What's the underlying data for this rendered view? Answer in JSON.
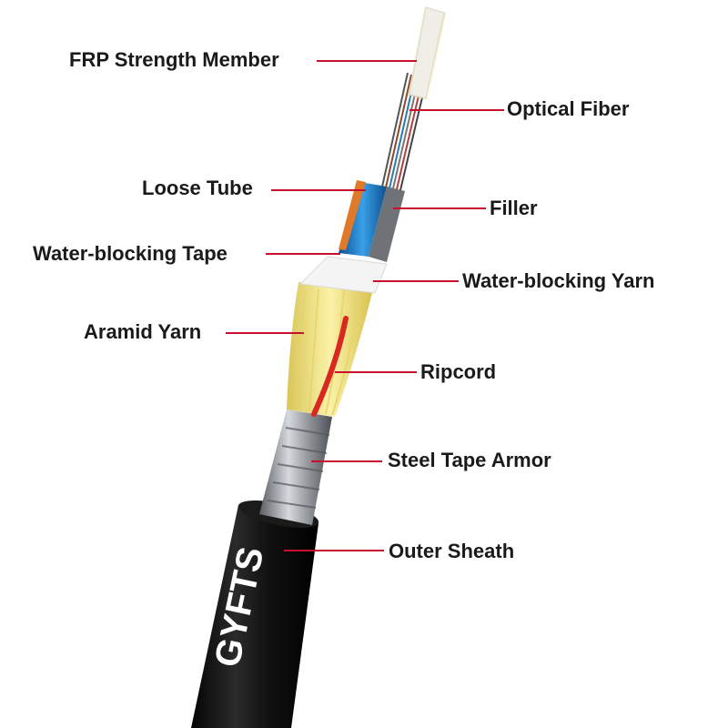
{
  "diagram": {
    "brand_text": "GYFTS",
    "labels": {
      "frp": "FRP Strength Member",
      "optical_fiber": "Optical Fiber",
      "loose_tube": "Loose Tube",
      "filler": "Filler",
      "water_tape": "Water-blocking Tape",
      "water_yarn": "Water-blocking Yarn",
      "aramid": "Aramid Yarn",
      "ripcord": "Ripcord",
      "steel_armor": "Steel Tape Armor",
      "outer_sheath": "Outer Sheath"
    },
    "colors": {
      "leader_line": "#c8102e",
      "sheath": "#0d0d0d",
      "aramid": "#f2e27a",
      "ripcord": "#d9281f",
      "steel": "#9a9ea3",
      "loose_tube_blue": "#1f78c8",
      "frp": "#efefe8"
    }
  }
}
